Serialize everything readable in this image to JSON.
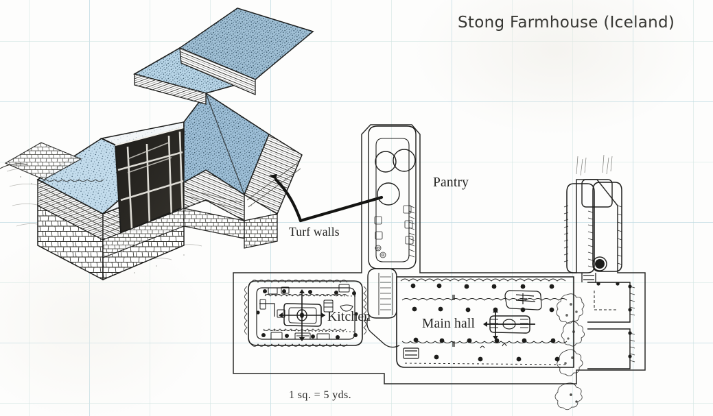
{
  "figure": {
    "title": "Stong Farmhouse (Iceland)",
    "medium": "pen-and-ink cutaway axonometric with measured floor plan on blue graph paper",
    "background_color": "#fdfdfc",
    "grid_color": "#cfe3e0",
    "ink_color": "#1d1d1b",
    "turf_roof_color": "#bcd8e8",
    "turf_roof_dark_color": "#7d9ab5",
    "stipple_color": "#2f4a5e"
  },
  "labels": {
    "title": "Stong Farmhouse (Iceland)",
    "pantry": "Pantry",
    "kitchen": "Kitchen",
    "main_hall": "Main hall",
    "turf_walls": "Turf walls",
    "scale": "1 sq.  =  5 yds."
  },
  "callouts": [
    {
      "name": "turf-walls",
      "text": "Turf walls",
      "points_to": [
        "cutaway-turf-wall-courses",
        "plan-turf-wall-hatching"
      ]
    }
  ],
  "cutaway": {
    "name": "Stong farmhouse cutaway axonometric",
    "elements": [
      "turf roof planes (stippled, pale blue)",
      "stacked turf wall courses (herringbone strip hatching)",
      "dry-stone rubble foundation",
      "cutaway gable opening revealing interior timber frame",
      "roof ridge beam and rafters"
    ]
  },
  "plan": {
    "name": "Stong farmhouse floor plan",
    "rooms": [
      {
        "name": "Pantry",
        "features": [
          "three circular storage vats",
          "turf wall hatching"
        ]
      },
      {
        "name": "Kitchen",
        "features": [
          "central hearth",
          "perimeter benches",
          "side chamber"
        ]
      },
      {
        "name": "Main hall",
        "features": [
          "long fire pit",
          "raised benches along both long walls",
          "timber post rows",
          "doorway to passage"
        ]
      },
      {
        "name": "Rear wing",
        "features": [
          "two annex chambers",
          "rubble scatter",
          "well / pit"
        ]
      }
    ],
    "scale_note": "1 sq.  =  5 yds."
  }
}
